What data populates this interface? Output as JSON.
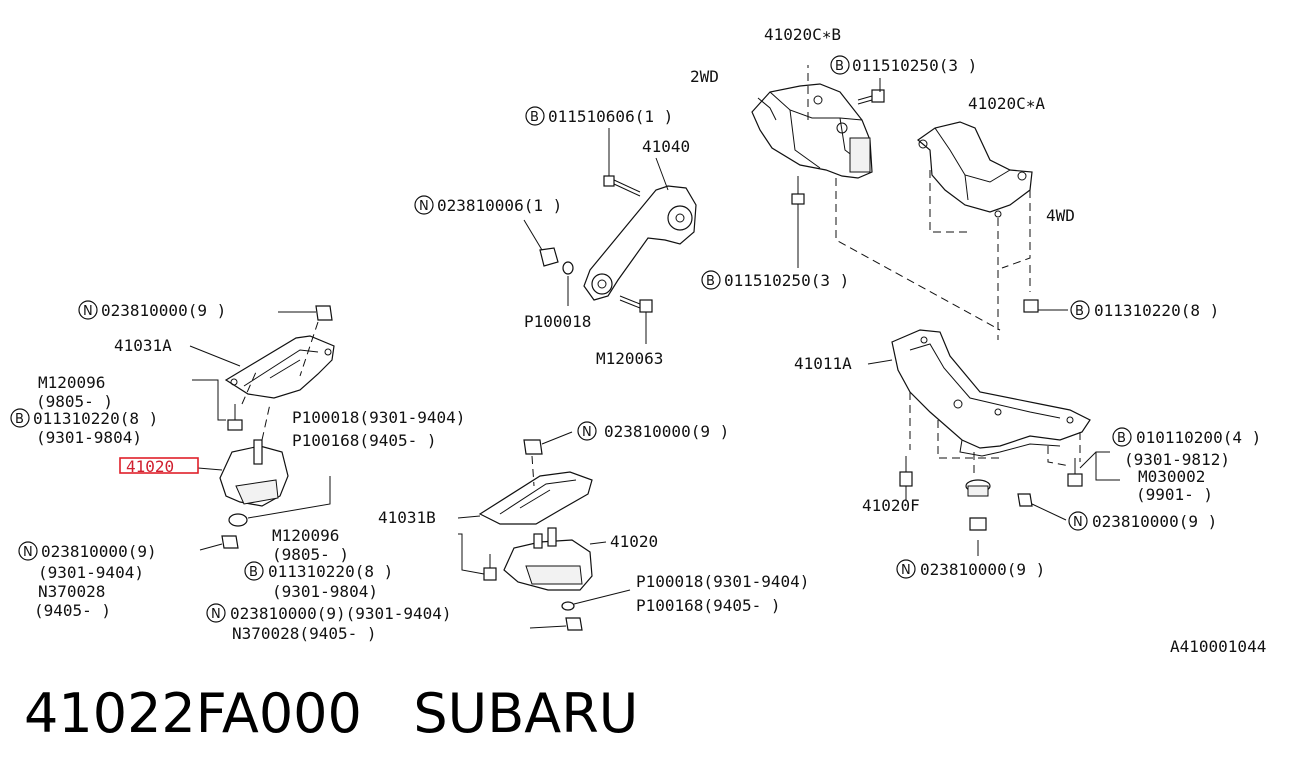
{
  "labels": {
    "mount_cb": "41020C∗B",
    "bolt_tr": "011510250(3 )",
    "bolt_tl": "011510606(1 )",
    "rod": "41040",
    "nut_tl": "023810006(1 )",
    "bolt_mid": "011510250(3 )",
    "drive_2wd": "2WD",
    "mount_ca": "41020C∗A",
    "drive_4wd": "4WD",
    "bolt_r1": "011310220(8 )",
    "washer_mid": "P100018",
    "bolt_m120063": "M120063",
    "nut_l1": "023810000(9 )",
    "bracket_a": "41031A",
    "m120096_l": "M120096",
    "m120096_l_date": "(9805-   )",
    "bolt_l": "011310220(8 )",
    "bolt_l_date": "(9301-9804)",
    "mount_hl": "41020",
    "p100018_l": "P100018(9301-9404)",
    "p100168_l": "P100168(9405-   )",
    "nut_l2": "023810000(9)",
    "nut_l2_date": "(9301-9404)",
    "n370028_l": "N370028",
    "n370028_l_date": "(9405-   )",
    "m120096_c": "M120096",
    "m120096_c_date": "(9805-   )",
    "bolt_c": "011310220(8 )",
    "bolt_c_date": "(9301-9804)",
    "nut_c2": "023810000(9)(9301-9404)",
    "n370028_c": "N370028(9405-   )",
    "bracket_b": "41031B",
    "mount_c": "41020",
    "nut_c1": "023810000(9 )",
    "p100018_c": "P100018(9301-9404)",
    "p100168_c": "P100168(9405-   )",
    "crossmember": "41011A",
    "bolt_r2": "010110200(4 )",
    "bolt_r2_date": "(9301-9812)",
    "m030002": "M030002",
    "m030002_date": "(9901-   )",
    "mount_f": "41020F",
    "nut_r1": "023810000(9 )",
    "nut_r2": "023810000(9 )",
    "diagram_code": "A410001044"
  },
  "markers": {
    "bolt": "B",
    "nut": "N"
  },
  "footer": {
    "part_number": "41022FA000",
    "brand": "SUBARU"
  },
  "colors": {
    "highlight": "#e0202a"
  }
}
